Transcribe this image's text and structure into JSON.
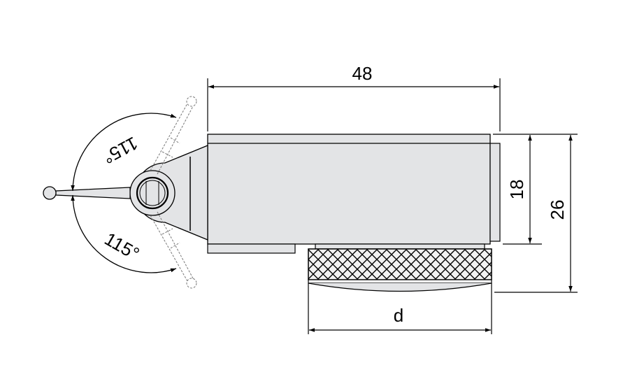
{
  "dimensions": {
    "length": "48",
    "height_body": "18",
    "height_total": "26",
    "diameter": "d",
    "angle_upper": "115°",
    "angle_lower": "115°"
  },
  "colors": {
    "body_fill": "#e3e4e6",
    "line": "#000000",
    "knurl_fill": "#f2f2f2"
  }
}
